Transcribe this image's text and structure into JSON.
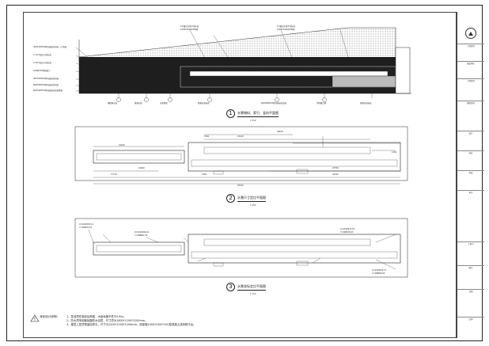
{
  "drawing": {
    "view1": {
      "number": "1",
      "title": "水景物料、索引、竖向平面图",
      "scale": "1:150",
      "left_callouts": [
        "300X150X50厚芝麻灰花岗岩（火烧面）",
        "7.1m平面正方形标高",
        "1.5m平面正方形标高",
        "100厚C25素混凝土",
        "300X300X40厚芝麻灰花岗岩",
        "600X300X50厚芝麻灰花岗岩",
        "600X300X50厚芝麻灰花岗岩铺装"
      ],
      "top_callouts": [
        "1步踏式水景平台标高",
        "1200X1200X200厚",
        "1步踏式水景平台标高",
        "1200X1200X200厚"
      ],
      "bottom_callouts": [
        "钢结构水面",
        "景观水面",
        "水景景墙",
        "景观水面标高",
        "600X600X30厚芝麻灰花岗岩",
        "不锈钢凸缘",
        "景观水面标高"
      ]
    },
    "view2": {
      "number": "2",
      "title": "水景尺寸定位平面图",
      "scale": "1:150",
      "dimensions": [
        "29100",
        "7500",
        "13100",
        "21610",
        "17715",
        "10400",
        "7500",
        "27700",
        "32300",
        "55015",
        "1150"
      ]
    },
    "view3": {
      "number": "3",
      "title": "水景坐标定位平面图",
      "scale": "1:150",
      "coordinates": [
        "X=2018193.12",
        "Y=298634.21",
        "X=2018206.01",
        "Y=298661.44",
        "X=2018212.55",
        "Y=298678.03",
        "X=2018219.72",
        "Y=298699.54"
      ]
    },
    "notes": {
      "heading": "深化设计说明：",
      "items": [
        "1、泵池须在验收后再做，水景深度不低于0.8m。",
        "2、防水须采用聚氨酯防水涂层，尺寸须为1800*1200*1200mm。",
        "3、楼层上层须预留检修孔，尺寸为1200*1200*1200mm，底部做1000*1000*100厚混凝土或砖砌平台。"
      ]
    }
  },
  "titleblock": {
    "rows": [
      "工程名称",
      "建设单位",
      "子项名称",
      "图纸名称",
      "设计",
      "校对",
      "审核",
      "审定",
      "工程号",
      "图号",
      "日期",
      "比例"
    ]
  },
  "colors": {
    "line": "#222222",
    "fill_dark": "#1a1a1a",
    "fill_mid": "#555555"
  }
}
